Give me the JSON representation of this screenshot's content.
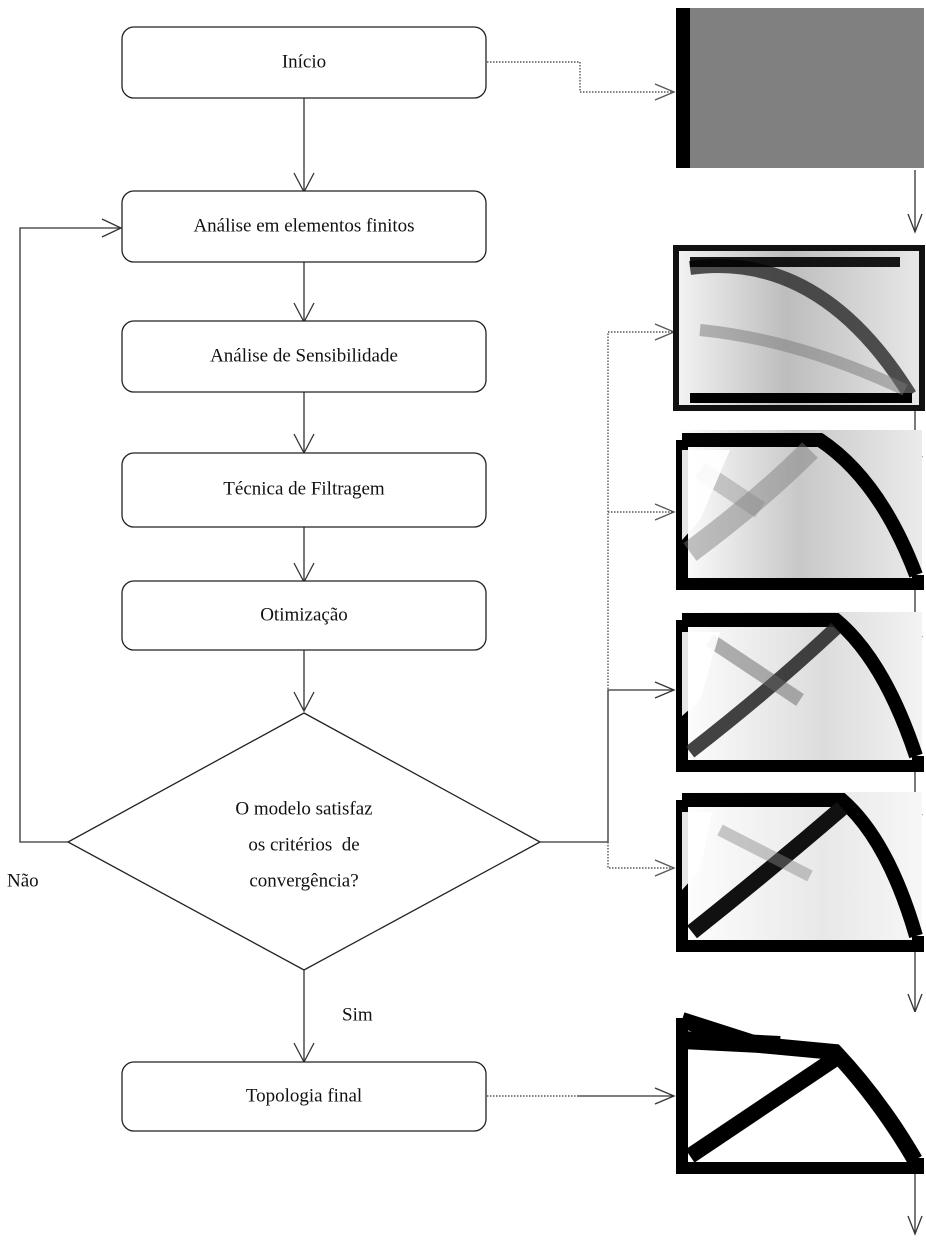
{
  "flowchart": {
    "nodes": {
      "inicio": "Início",
      "analise_fem": "Análise em elementos finitos",
      "sensibilidade": "Análise de Sensibilidade",
      "filtragem": "Técnica de Filtragem",
      "otimizacao": "Otimização",
      "decisao": [
        "O modelo satisfaz",
        "os critérios  de",
        "convergência?"
      ],
      "topologia_final": "Topologia final"
    },
    "edge_labels": {
      "nao": "Não",
      "sim": "Sim"
    }
  },
  "topology_stages": [
    {
      "id": "initial",
      "description_level": 0.5
    },
    {
      "id": "iteration-1"
    },
    {
      "id": "iteration-2"
    },
    {
      "id": "iteration-3"
    },
    {
      "id": "iteration-4"
    },
    {
      "id": "final"
    }
  ],
  "colors": {
    "line": "#333333",
    "box_stroke": "#222222",
    "uniform_gray": "#808080",
    "material": "#000000",
    "void": "#ffffff"
  }
}
